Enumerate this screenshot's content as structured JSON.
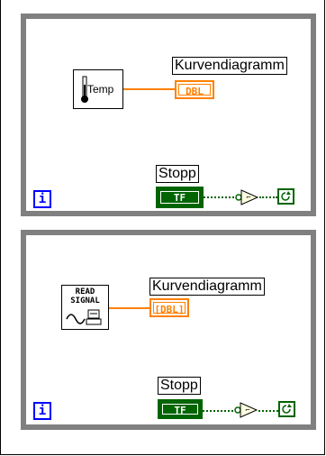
{
  "diagram_top": {
    "thermometer_label": "Temp",
    "indicator_label": "Kurvendiagramm",
    "indicator_terminal": "DBL",
    "stop_label": "Stopp",
    "stop_terminal": "TF",
    "iteration_terminal": "i"
  },
  "diagram_bottom": {
    "readsignal_text_1": "READ",
    "readsignal_text_2": "SIGNAL",
    "indicator_label": "Kurvendiagramm",
    "indicator_terminal": "[DBL]",
    "stop_label": "Stopp",
    "stop_terminal": "TF",
    "iteration_terminal": "i"
  },
  "colors": {
    "double_wire": "#ff8000",
    "boolean_wire": "#006400",
    "loop_border": "#808080",
    "iteration_terminal": "#0000ff"
  }
}
